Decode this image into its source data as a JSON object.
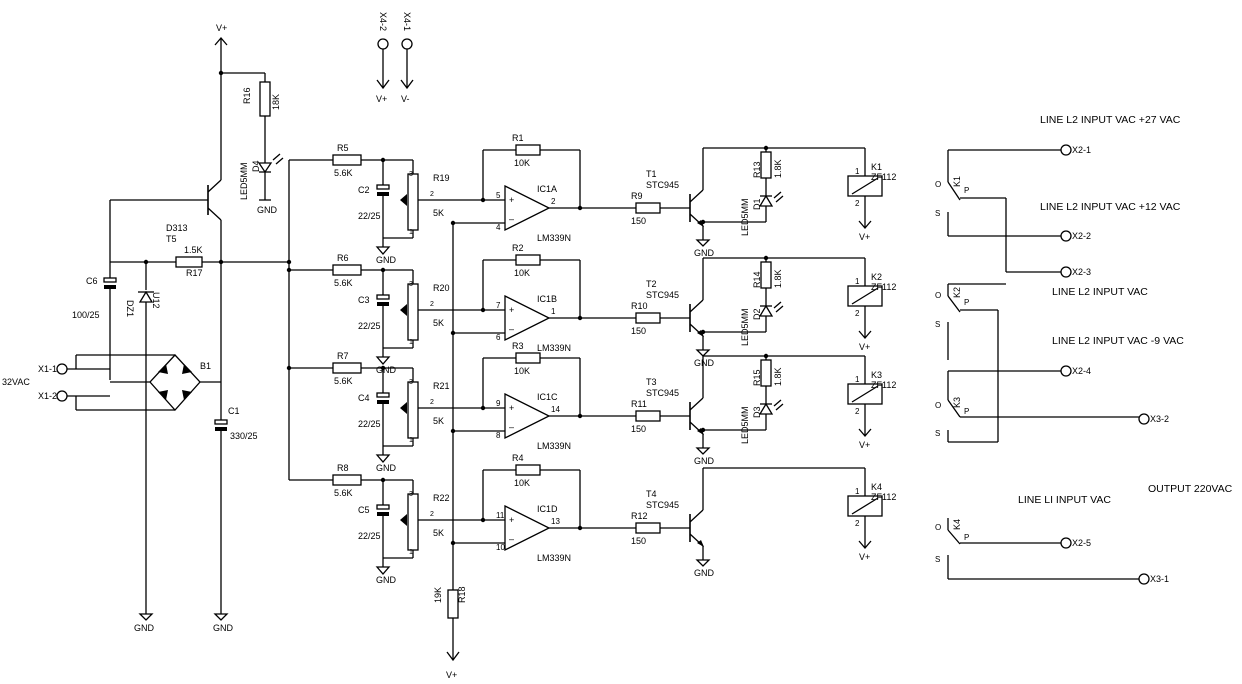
{
  "power": {
    "vplus": "V+",
    "vminus": "V-",
    "gnd": "GND",
    "conn_a": "X4-2",
    "conn_b": "X4-1",
    "ac_in": "32VAC",
    "x1_1": "X1-1",
    "x1_2": "X1-2"
  },
  "supply": {
    "c6_ref": "C6",
    "c6_val": "100/25",
    "d313": "D313",
    "t5": "T5",
    "r17_val": "1.5K",
    "r17_ref": "R17",
    "b1": "B1",
    "c1_ref": "C1",
    "c1_val": "330/25",
    "zd_ref": "DZ1",
    "zd_val": "U12",
    "r16_ref": "R16",
    "r16_val": "18K",
    "d4_ref": "D4",
    "d4_type": "LED5MM"
  },
  "stages": [
    {
      "r_ref": "R5",
      "r_val": "5.6K",
      "c_ref": "C2",
      "c_val": "22/25",
      "pot_ref": "R19",
      "pot_val": "5K",
      "fb_ref": "R1",
      "fb_val": "10K",
      "ic": "IC1A",
      "ic_type": "LM339N",
      "pin_plus": "5",
      "pin_minus": "4",
      "pin_out": "2",
      "rb_ref": "R9",
      "rb_val": "150",
      "t_ref": "T1",
      "t_type": "STC945",
      "led_r_ref": "R13",
      "led_r_val": "1.8K",
      "led_ref": "D1",
      "led_type": "LED5MM",
      "k_ref": "K1",
      "k_type": "ZF112"
    },
    {
      "r_ref": "R6",
      "r_val": "5.6K",
      "c_ref": "C3",
      "c_val": "22/25",
      "pot_ref": "R20",
      "pot_val": "5K",
      "fb_ref": "R2",
      "fb_val": "10K",
      "ic": "IC1B",
      "ic_type": "LM339N",
      "pin_plus": "7",
      "pin_minus": "6",
      "pin_out": "1",
      "rb_ref": "R10",
      "rb_val": "150",
      "t_ref": "T2",
      "t_type": "STC945",
      "led_r_ref": "R14",
      "led_r_val": "1.8K",
      "led_ref": "D2",
      "led_type": "LED5MM",
      "k_ref": "K2",
      "k_type": "ZF112"
    },
    {
      "r_ref": "R7",
      "r_val": "5.6K",
      "c_ref": "C4",
      "c_val": "22/25",
      "pot_ref": "R21",
      "pot_val": "5K",
      "fb_ref": "R3",
      "fb_val": "10K",
      "ic": "IC1C",
      "ic_type": "LM339N",
      "pin_plus": "9",
      "pin_minus": "8",
      "pin_out": "14",
      "rb_ref": "R11",
      "rb_val": "150",
      "t_ref": "T3",
      "t_type": "STC945",
      "led_r_ref": "R15",
      "led_r_val": "1.8K",
      "led_ref": "D3",
      "led_type": "LED5MM",
      "k_ref": "K3",
      "k_type": "ZF112"
    },
    {
      "r_ref": "R8",
      "r_val": "5.6K",
      "c_ref": "C5",
      "c_val": "22/25",
      "pot_ref": "R22",
      "pot_val": "5K",
      "fb_ref": "R4",
      "fb_val": "10K",
      "ic": "IC1D",
      "ic_type": "LM339N",
      "pin_plus": "11",
      "pin_minus": "10",
      "pin_out": "13",
      "rb_ref": "R12",
      "rb_val": "150",
      "t_ref": "T4",
      "t_type": "STC945",
      "led_r_ref": "",
      "led_r_val": "",
      "led_ref": "",
      "led_type": "",
      "k_ref": "K4",
      "k_type": "ZF112"
    }
  ],
  "r18": {
    "ref": "R18",
    "val": "19K"
  },
  "pot_pins": {
    "p1": "1",
    "p2": "2",
    "p3": "3"
  },
  "relay_pins": {
    "p1": "1",
    "p2": "2",
    "o": "O",
    "s": "S",
    "p": "P"
  },
  "outputs": {
    "l27_label": "LINE L2 INPUT VAC +27 VAC",
    "x2_1": "X2-1",
    "l12_label": "LINE L2 INPUT VAC +12 VAC",
    "x2_2": "X2-2",
    "x2_3": "X2-3",
    "l2_label": "LINE L2 INPUT VAC",
    "l9_label": "LINE L2 INPUT VAC -9 VAC",
    "x2_4": "X2-4",
    "x3_2": "X3-2",
    "out_label": "OUTPUT 220VAC",
    "l1_label": "LINE LI INPUT VAC",
    "x2_5": "X2-5",
    "x3_1": "X3-1"
  }
}
